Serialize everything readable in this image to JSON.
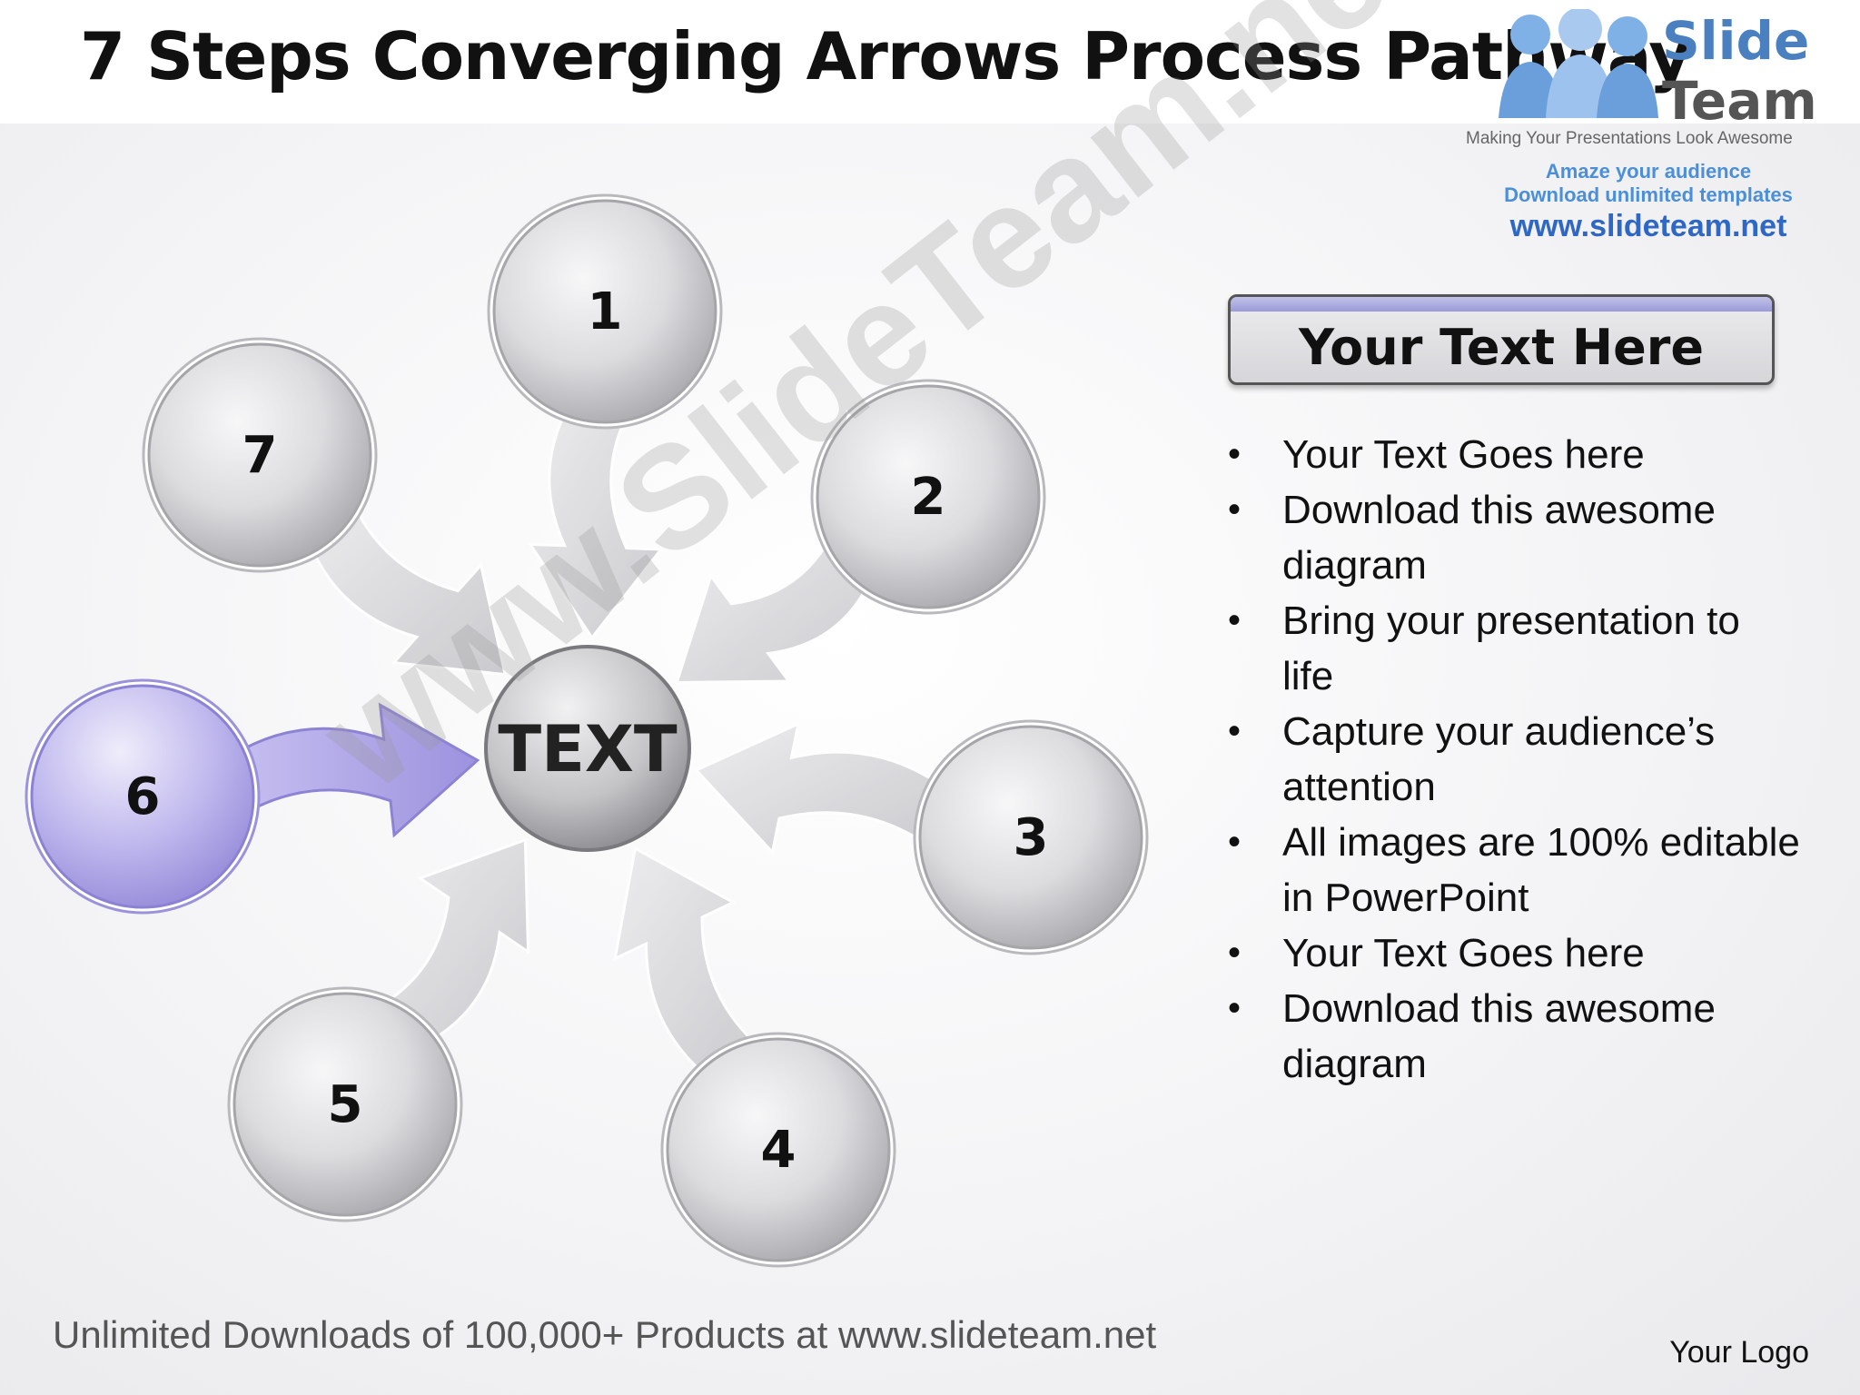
{
  "slide": {
    "title": "7 Steps Converging Arrows Process Pathway",
    "footer": "Unlimited Downloads of 100,000+ Products at www.slideteam.net",
    "your_logo": "Your Logo",
    "watermark": "www.SlideTeam.net"
  },
  "logo": {
    "brand_top": "Slide",
    "brand_bottom": "Team",
    "tagline": "Making Your Presentations Look Awesome",
    "line1": "Amaze your audience",
    "line2": "Download unlimited templates",
    "url": "www.slideteam.net"
  },
  "diagram": {
    "center_label": "TEXT",
    "steps": [
      "1",
      "2",
      "3",
      "4",
      "5",
      "6",
      "7"
    ],
    "highlighted_step": "6",
    "colors": {
      "highlight": "#a9a2e6",
      "neutral": "#c8c8cc",
      "arrow": "#d0d0d3",
      "highlight_arrow": "#a49ae3"
    }
  },
  "panel": {
    "heading": "Your Text Here",
    "bullets": [
      "Your Text Goes here",
      "Download this awesome diagram",
      "Bring your presentation to life",
      "Capture your audience’s attention",
      "All images are 100% editable in PowerPoint",
      "Your Text Goes here",
      "Download this awesome diagram"
    ]
  }
}
